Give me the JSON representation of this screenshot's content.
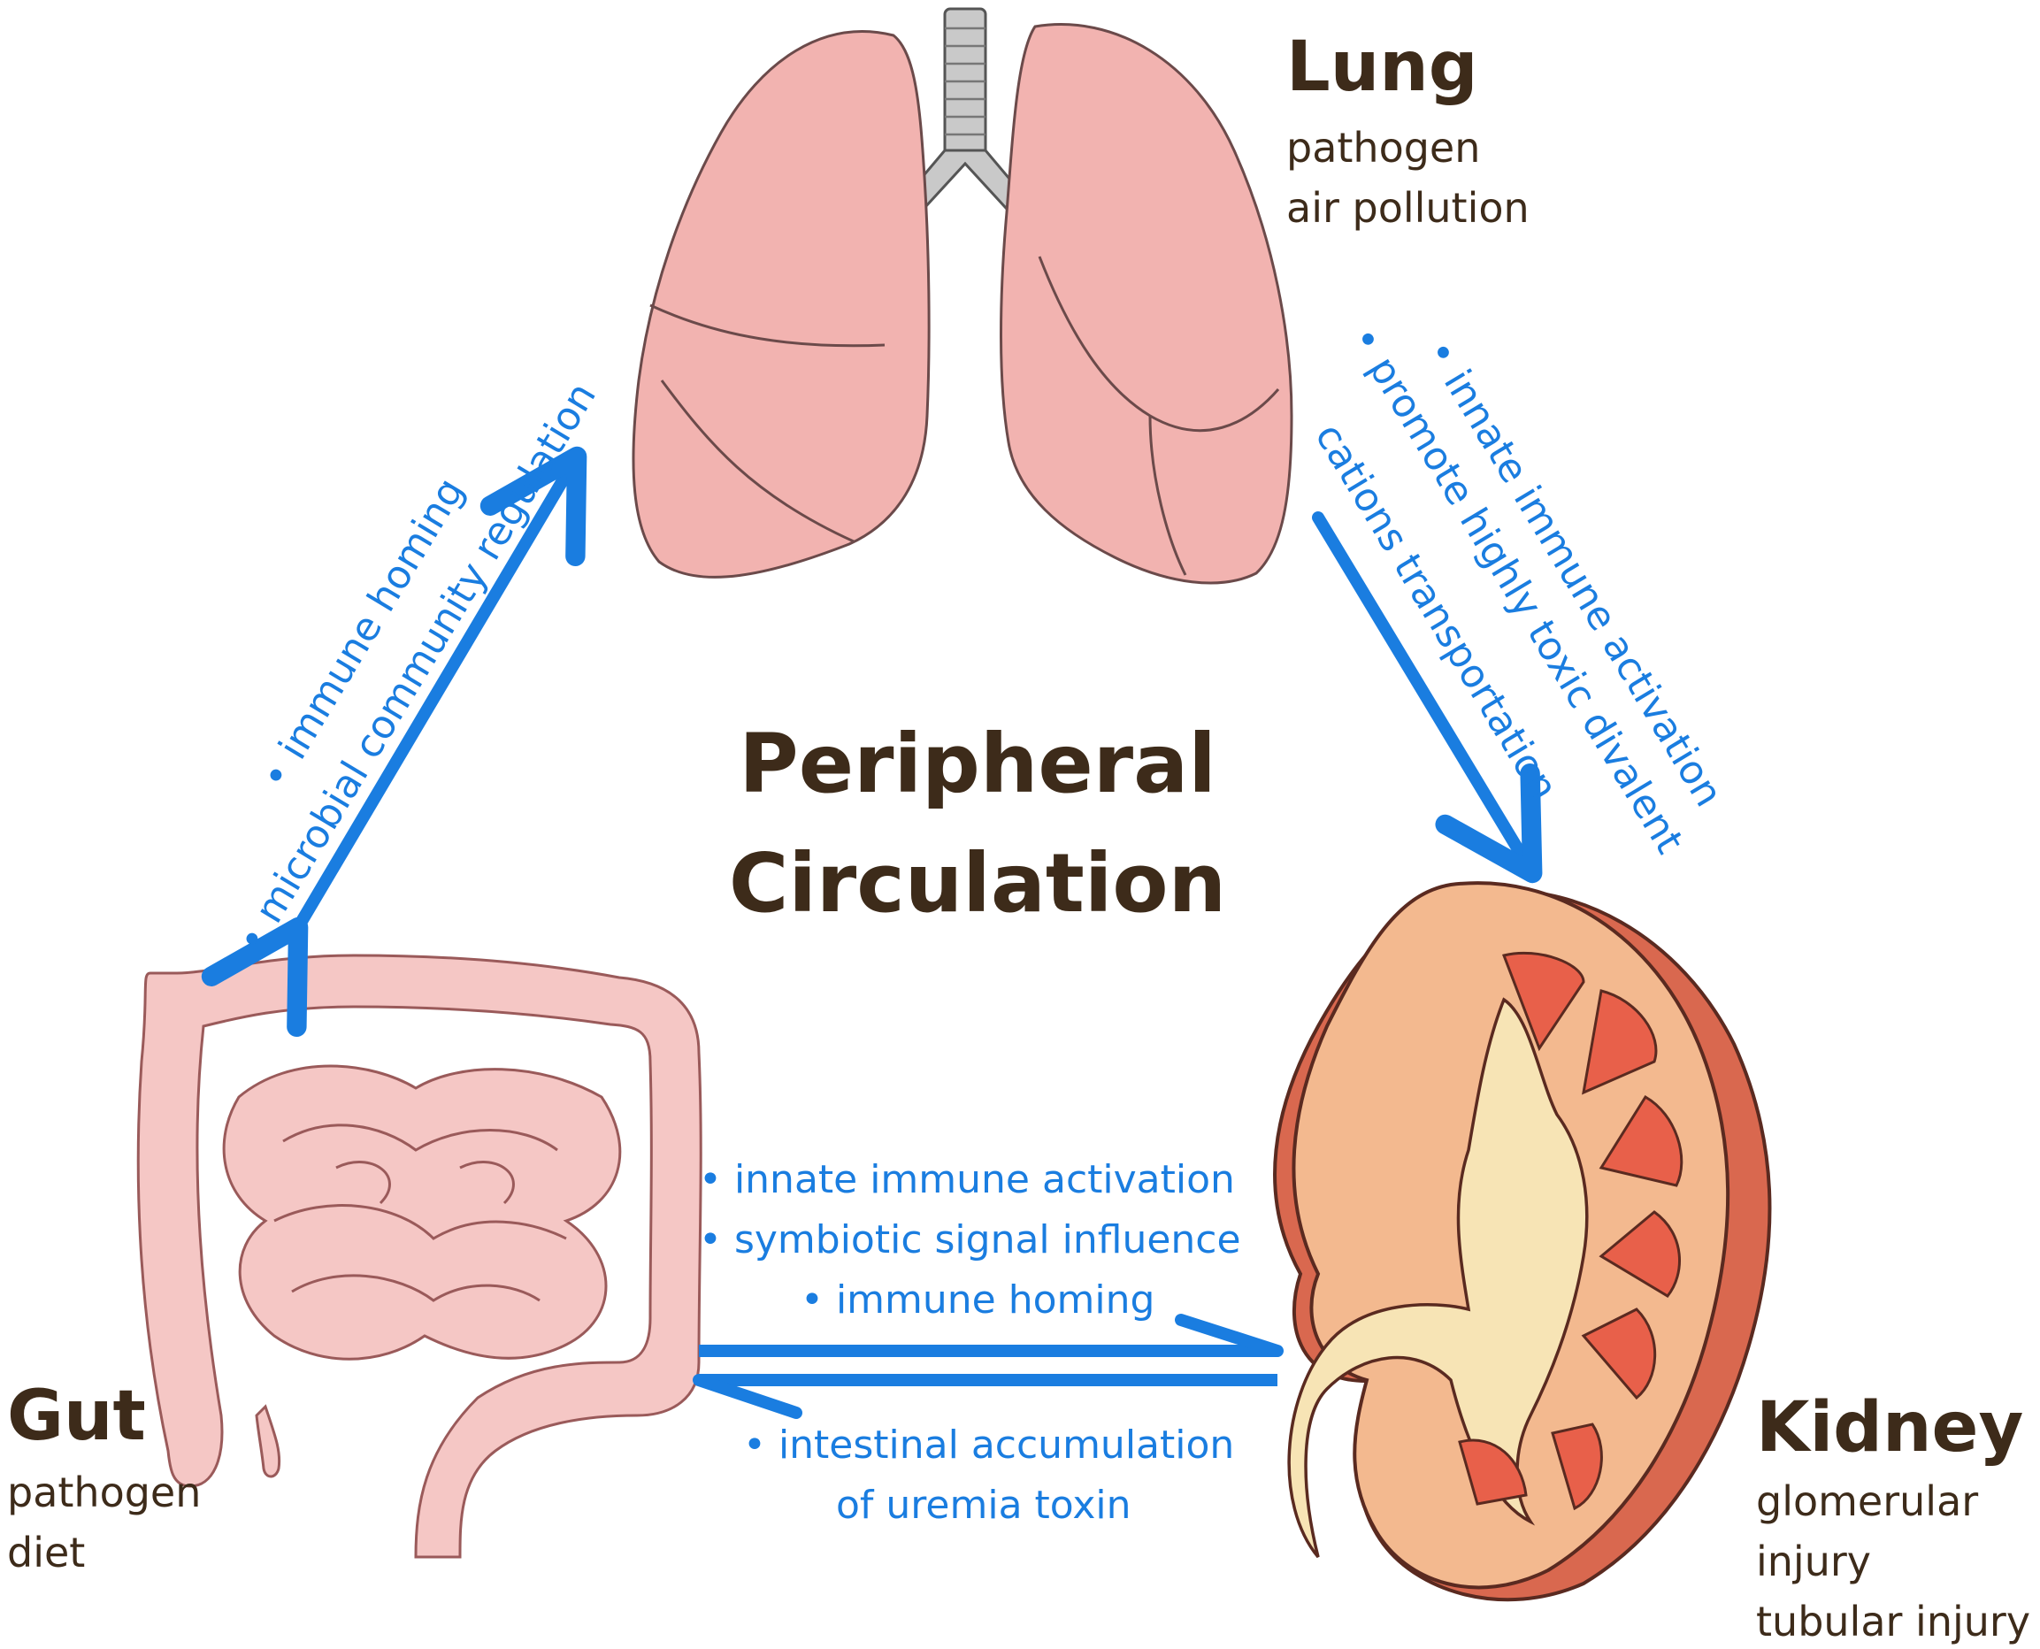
{
  "center": {
    "line1": "Peripheral",
    "line2": "Circulation"
  },
  "lung": {
    "title": "Lung",
    "details": [
      "pathogen",
      "air pollution"
    ]
  },
  "gut": {
    "title": "Gut",
    "details": [
      "pathogen",
      "diet"
    ]
  },
  "kidney": {
    "title": "Kidney",
    "details": [
      "glomerular",
      "injury",
      "tubular injury"
    ]
  },
  "gut_lung_effects": [
    "• immune homing",
    "• microbial community regulation"
  ],
  "lung_kidney_effects": [
    "• innate immune activation",
    "• promote highly toxic divalent",
    "cations transportation"
  ],
  "gut_kidney_effects": [
    "• innate immune activation",
    "• symbiotic signal influence",
    "• immune homing"
  ],
  "kidney_gut_effects": [
    "• intestinal accumulation",
    "of uremia toxin"
  ],
  "colors": {
    "arrow": "#1a7de0",
    "heading": "#3d2b1a",
    "lung_fill": "#f2b3b0",
    "gut_fill": "#f5c7c5",
    "kidney_cortex": "#f3b98f",
    "kidney_pelvis": "#f7e4b5",
    "kidney_pyramid": "#e8604a"
  },
  "icons": {
    "lung": "lungs-illustration",
    "gut": "intestines-illustration",
    "kidney": "kidney-illustration"
  }
}
